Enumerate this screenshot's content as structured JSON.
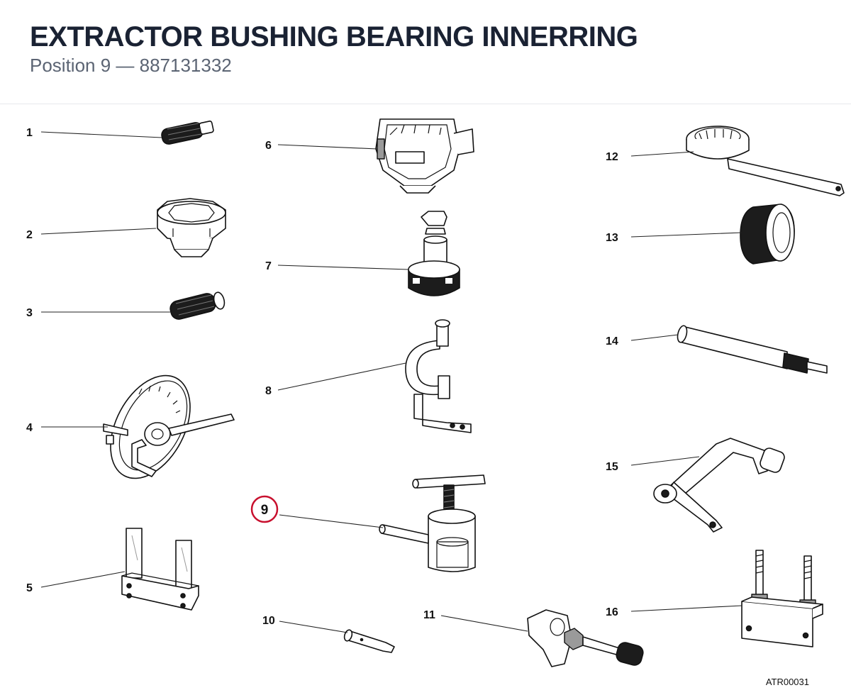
{
  "header": {
    "title": "EXTRACTOR BUSHING BEARING INNERRING",
    "subtitle": "Position 9 — 887131332"
  },
  "diagram": {
    "highlighted_position": "9",
    "highlight_color": "#c8102e",
    "reference_code": "ATR00031",
    "callouts": [
      {
        "id": "c1",
        "label": "1"
      },
      {
        "id": "c2",
        "label": "2"
      },
      {
        "id": "c3",
        "label": "3"
      },
      {
        "id": "c4",
        "label": "4"
      },
      {
        "id": "c5",
        "label": "5"
      },
      {
        "id": "c6",
        "label": "6"
      },
      {
        "id": "c7",
        "label": "7"
      },
      {
        "id": "c8",
        "label": "8"
      },
      {
        "id": "c9",
        "label": "9"
      },
      {
        "id": "c10",
        "label": "10"
      },
      {
        "id": "c11",
        "label": "11"
      },
      {
        "id": "c12",
        "label": "12"
      },
      {
        "id": "c13",
        "label": "13"
      },
      {
        "id": "c14",
        "label": "14"
      },
      {
        "id": "c15",
        "label": "15"
      },
      {
        "id": "c16",
        "label": "16"
      }
    ]
  }
}
